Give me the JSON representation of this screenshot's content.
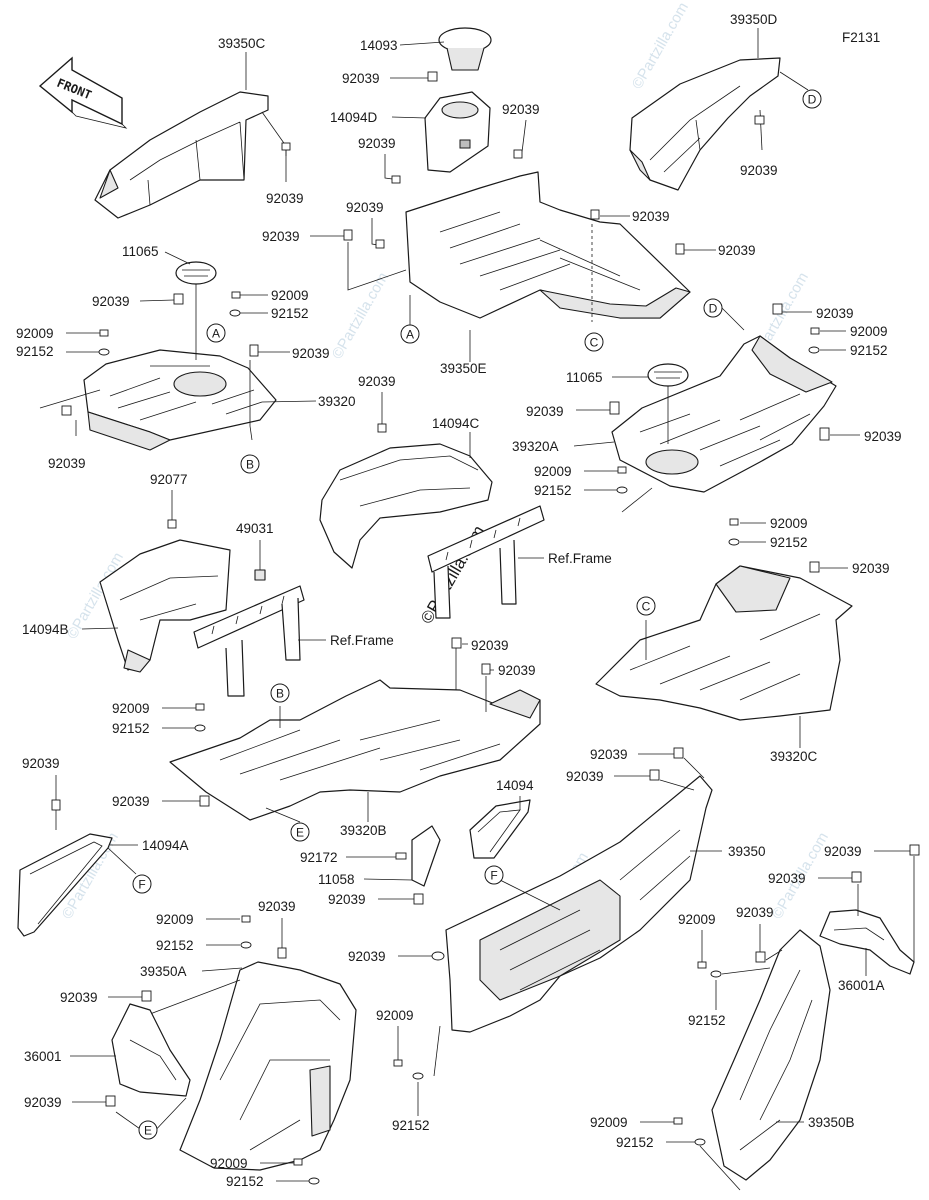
{
  "figure_code": "F2131",
  "front_label": "FRONT",
  "watermark": "©Partzilla.com",
  "parts": {
    "p_39350c": "39350C",
    "p_39350d": "39350D",
    "p_14093": "14093",
    "p_14094d": "14094D",
    "p_39350e": "39350E",
    "p_11065": "11065",
    "p_39320": "39320",
    "p_92009": "92009",
    "p_92152": "92152",
    "p_92039": "92039",
    "p_39320a": "39320A",
    "p_14094c": "14094C",
    "p_92077": "92077",
    "p_49031": "49031",
    "p_14094b": "14094B",
    "p_39320c": "39320C",
    "p_39320b": "39320B",
    "p_14094": "14094",
    "p_14094a": "14094A",
    "p_39350": "39350",
    "p_92172": "92172",
    "p_11058": "11058",
    "p_39350a": "39350A",
    "p_36001": "36001",
    "p_36001a": "36001A",
    "p_39350b": "39350B"
  },
  "ref_frame": "Ref.Frame",
  "markers": {
    "a": "A",
    "b": "B",
    "c": "C",
    "d": "D",
    "e": "E",
    "f": "F"
  }
}
